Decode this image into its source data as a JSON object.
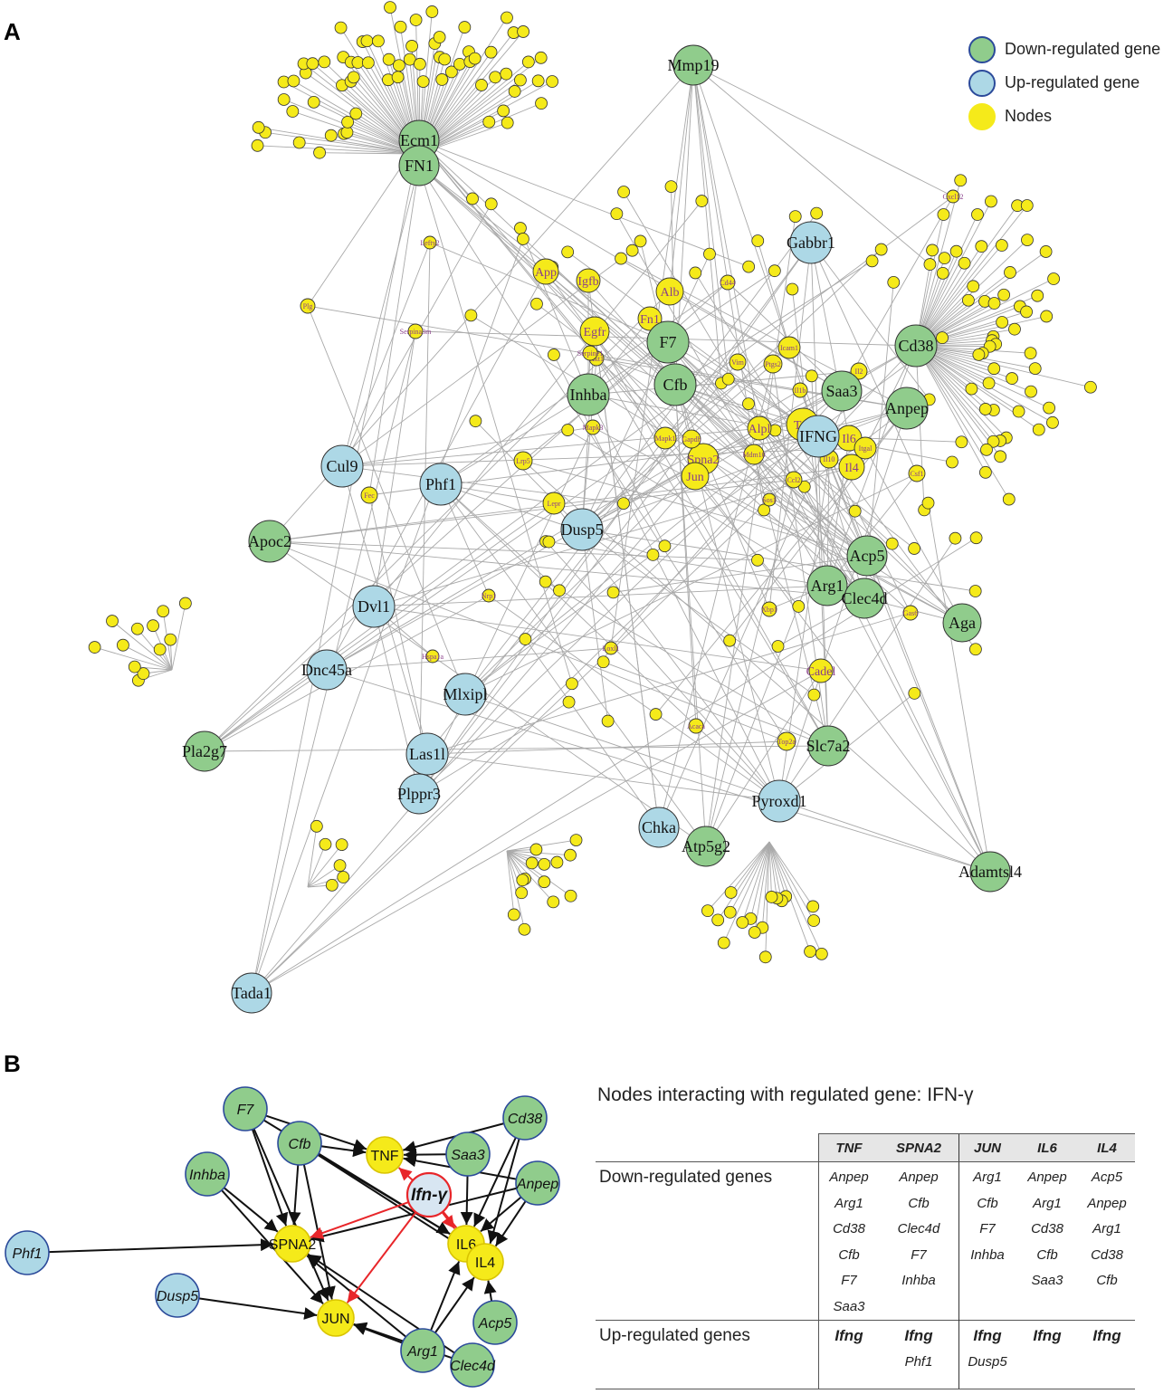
{
  "panels": {
    "a": "A",
    "b": "B"
  },
  "legend": [
    {
      "label": "Down-regulated gene",
      "color": "#90cc8c",
      "border": "#2b4a9a"
    },
    {
      "label": "Up-regulated gene",
      "color": "#add8e6",
      "border": "#2b4a9a"
    },
    {
      "label": "Nodes",
      "color": "#f5ea1a",
      "border": "#f5ea1a"
    }
  ],
  "network_a": {
    "down_regulated": [
      "Mmp19",
      "Ecm1",
      "FN1",
      "F7",
      "Cfb",
      "Inhba",
      "Cd38",
      "Saa3",
      "Anpep",
      "Apoc2",
      "Acp5",
      "Arg1",
      "Clec4d",
      "Aga",
      "Pla2g7",
      "Slc7a2",
      "Atp5g2",
      "Adamtsl4"
    ],
    "up_regulated": [
      "Gabbr1",
      "IFNG",
      "Cul9",
      "Phf1",
      "Dusp5",
      "Dvl1",
      "Dnc45a",
      "Mlxipl",
      "Las1l",
      "Plppr3",
      "Pyroxd1",
      "Chka",
      "Tada1"
    ],
    "labeled_nodes": [
      "Alb",
      "Fn1",
      "App",
      "Egfr",
      "Tnf",
      "Spna2",
      "Jun",
      "Il6",
      "Il4",
      "Lepr",
      "Fec",
      "Alpl",
      "Igfb",
      "Lrp5",
      "Akt1",
      "Mapk3",
      "Mapk1",
      "Serpina3m",
      "Il10",
      "Ccl2",
      "Cd44",
      "Vim",
      "Icam1",
      "Il2",
      "Gapdh",
      "Mdm10",
      "Itgal",
      "Csf1",
      "Cadel",
      "Acaca",
      "Top2a",
      "Cxcl12",
      "Serpine1",
      "Il1b",
      "Ptgs2",
      "Lefty2",
      "Plg",
      "Sos1",
      "Xbp1",
      "Hspa1a",
      "Nrp1",
      "Gas6",
      "Loxl1"
    ]
  },
  "network_b": {
    "nodes": [
      {
        "id": "F7",
        "label": "F7",
        "kind": "down"
      },
      {
        "id": "Cfb",
        "label": "Cfb",
        "kind": "down"
      },
      {
        "id": "Inhba",
        "label": "Inhba",
        "kind": "down"
      },
      {
        "id": "Cd38",
        "label": "Cd38",
        "kind": "down"
      },
      {
        "id": "Saa3",
        "label": "Saa3",
        "kind": "down"
      },
      {
        "id": "Anpep",
        "label": "Anpep",
        "kind": "down"
      },
      {
        "id": "Acp5",
        "label": "Acp5",
        "kind": "down"
      },
      {
        "id": "Arg1",
        "label": "Arg1",
        "kind": "down"
      },
      {
        "id": "Clec4d",
        "label": "Clec4d",
        "kind": "down"
      },
      {
        "id": "Phf1",
        "label": "Phf1",
        "kind": "up"
      },
      {
        "id": "Dusp5",
        "label": "Dusp5",
        "kind": "up"
      },
      {
        "id": "Ifng",
        "label": "Ifn-γ",
        "kind": "center"
      },
      {
        "id": "TNF",
        "label": "TNF",
        "kind": "node"
      },
      {
        "id": "SPNA2",
        "label": "SPNA2",
        "kind": "node"
      },
      {
        "id": "JUN",
        "label": "JUN",
        "kind": "node"
      },
      {
        "id": "IL6",
        "label": "IL6",
        "kind": "node"
      },
      {
        "id": "IL4",
        "label": "IL4",
        "kind": "node"
      }
    ]
  },
  "table": {
    "title": "Nodes interacting with regulated gene: IFN-γ",
    "columns": [
      "TNF",
      "SPNA2",
      "JUN",
      "IL6",
      "IL4"
    ],
    "rows": [
      {
        "label": "Down-regulated genes",
        "cells": [
          [
            "Anpep",
            "Arg1",
            "Cd38",
            "Cfb",
            "F7",
            "Saa3"
          ],
          [
            "Anpep",
            "Cfb",
            "Clec4d",
            "F7",
            "Inhba"
          ],
          [
            "Arg1",
            "Cfb",
            "F7",
            "Inhba"
          ],
          [
            "Anpep",
            "Arg1",
            "Cd38",
            "Cfb",
            "Saa3"
          ],
          [
            "Acp5",
            "Anpep",
            "Arg1",
            "Cd38",
            "Cfb"
          ]
        ]
      },
      {
        "label": "Up-regulated genes",
        "cells": [
          [
            "Ifng"
          ],
          [
            "Ifng",
            "Phf1"
          ],
          [
            "Ifng",
            "Dusp5"
          ],
          [
            "Ifng"
          ],
          [
            "Ifng"
          ]
        ]
      }
    ]
  }
}
